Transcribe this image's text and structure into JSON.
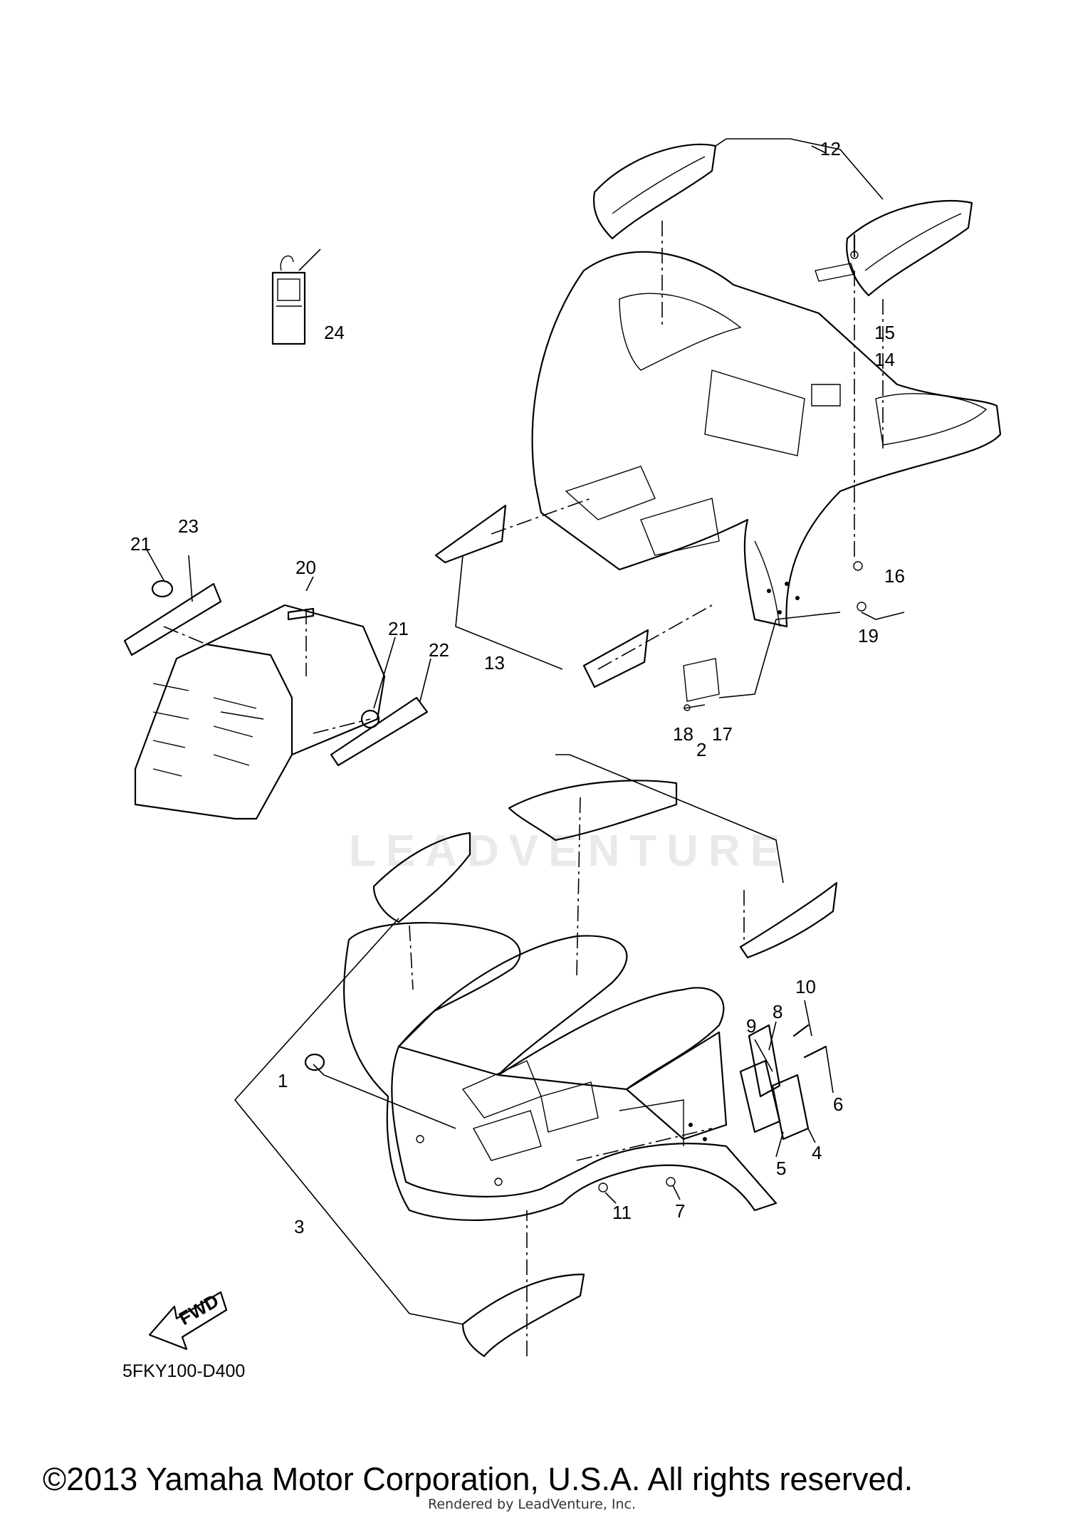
{
  "diagram": {
    "code": "5FKY100-D400",
    "fwd_label": "FWD",
    "watermark": "LEADVENTURE",
    "callouts": [
      "1",
      "2",
      "3",
      "4",
      "5",
      "6",
      "7",
      "8",
      "9",
      "10",
      "11",
      "12",
      "13",
      "14",
      "15",
      "16",
      "17",
      "18",
      "19",
      "20",
      "21",
      "21",
      "22",
      "23",
      "24"
    ]
  },
  "footer": {
    "copyright": "©2013 Yamaha Motor Corporation, U.S.A. All rights reserved.",
    "rendered_by": "Rendered by LeadVenture, Inc."
  }
}
